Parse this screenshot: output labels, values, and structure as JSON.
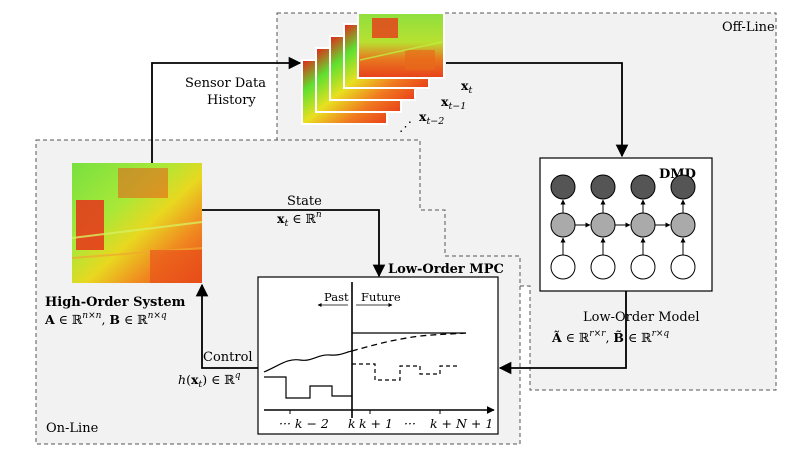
{
  "regions": {
    "offline_label": "Off-Line",
    "online_label": "On-Line"
  },
  "sensor": {
    "label_line1": "Sensor Data",
    "label_line2": "History",
    "frame_labels": [
      "x_t",
      "x_{t-1}",
      "x_{t-2}"
    ]
  },
  "dmd": {
    "title": "DMD"
  },
  "high_order_system": {
    "title": "High-Order System",
    "matrices": "A ∈ ℝ^{n×n}, B ∈ ℝ^{n×q}"
  },
  "state": {
    "label": "State",
    "expr": "x_t ∈ ℝ^n"
  },
  "control": {
    "label": "Control",
    "expr": "h(x_t) ∈ ℝ^q"
  },
  "low_order_model": {
    "label": "Low-Order Model",
    "matrices": "Ã ∈ ℝ^{r×r}, B̃ ∈ ℝ^{r×q}"
  },
  "mpc": {
    "title": "Low-Order MPC",
    "past_label": "Past",
    "future_label": "Future",
    "axis_ticks": [
      "··· k − 2",
      "k",
      "k + 1",
      "···",
      "k + N + 1"
    ]
  },
  "colors": {
    "region_border": "#555555",
    "region_fill": "#f2f2f2",
    "dmd_dark_node": "#555555",
    "dmd_mid_node": "#aaaaaa",
    "dmd_light_node": "#ffffff",
    "heatmap_red": "#e8201a",
    "heatmap_green": "#5ee030",
    "heatmap_yellow": "#e8e020"
  }
}
